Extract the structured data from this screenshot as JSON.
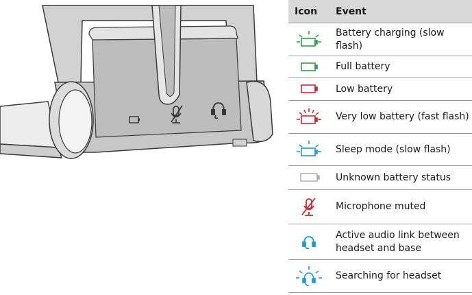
{
  "illustration": {
    "description_icons": [
      "battery-icon",
      "mic-muted-icon",
      "headset-icon"
    ]
  },
  "table": {
    "header": {
      "icon": "Icon",
      "event": "Event"
    },
    "rows": [
      {
        "icon": "battery-green-flash-icon",
        "color": "#2ea04a",
        "event": "Battery charging (slow flash)"
      },
      {
        "icon": "battery-green-icon",
        "color": "#2ea04a",
        "event": "Full battery"
      },
      {
        "icon": "battery-red-icon",
        "color": "#d5262e",
        "event": "Low battery"
      },
      {
        "icon": "battery-red-flash-icon",
        "color": "#d5262e",
        "event": "Very low battery (fast flash)"
      },
      {
        "icon": "battery-blue-flash-icon",
        "color": "#1f9bd1",
        "event": "Sleep mode (slow flash)"
      },
      {
        "icon": "battery-white-icon",
        "color": "#bbbbbb",
        "event": "Unknown battery status"
      },
      {
        "icon": "mic-muted-icon",
        "color": "#d5262e",
        "event": "Microphone muted"
      },
      {
        "icon": "headset-blue-icon",
        "color": "#1f9bd1",
        "event": "Active audio link between headset and base"
      },
      {
        "icon": "headset-blue-flash-icon",
        "color": "#1f9bd1",
        "event": "Searching for headset"
      }
    ]
  }
}
